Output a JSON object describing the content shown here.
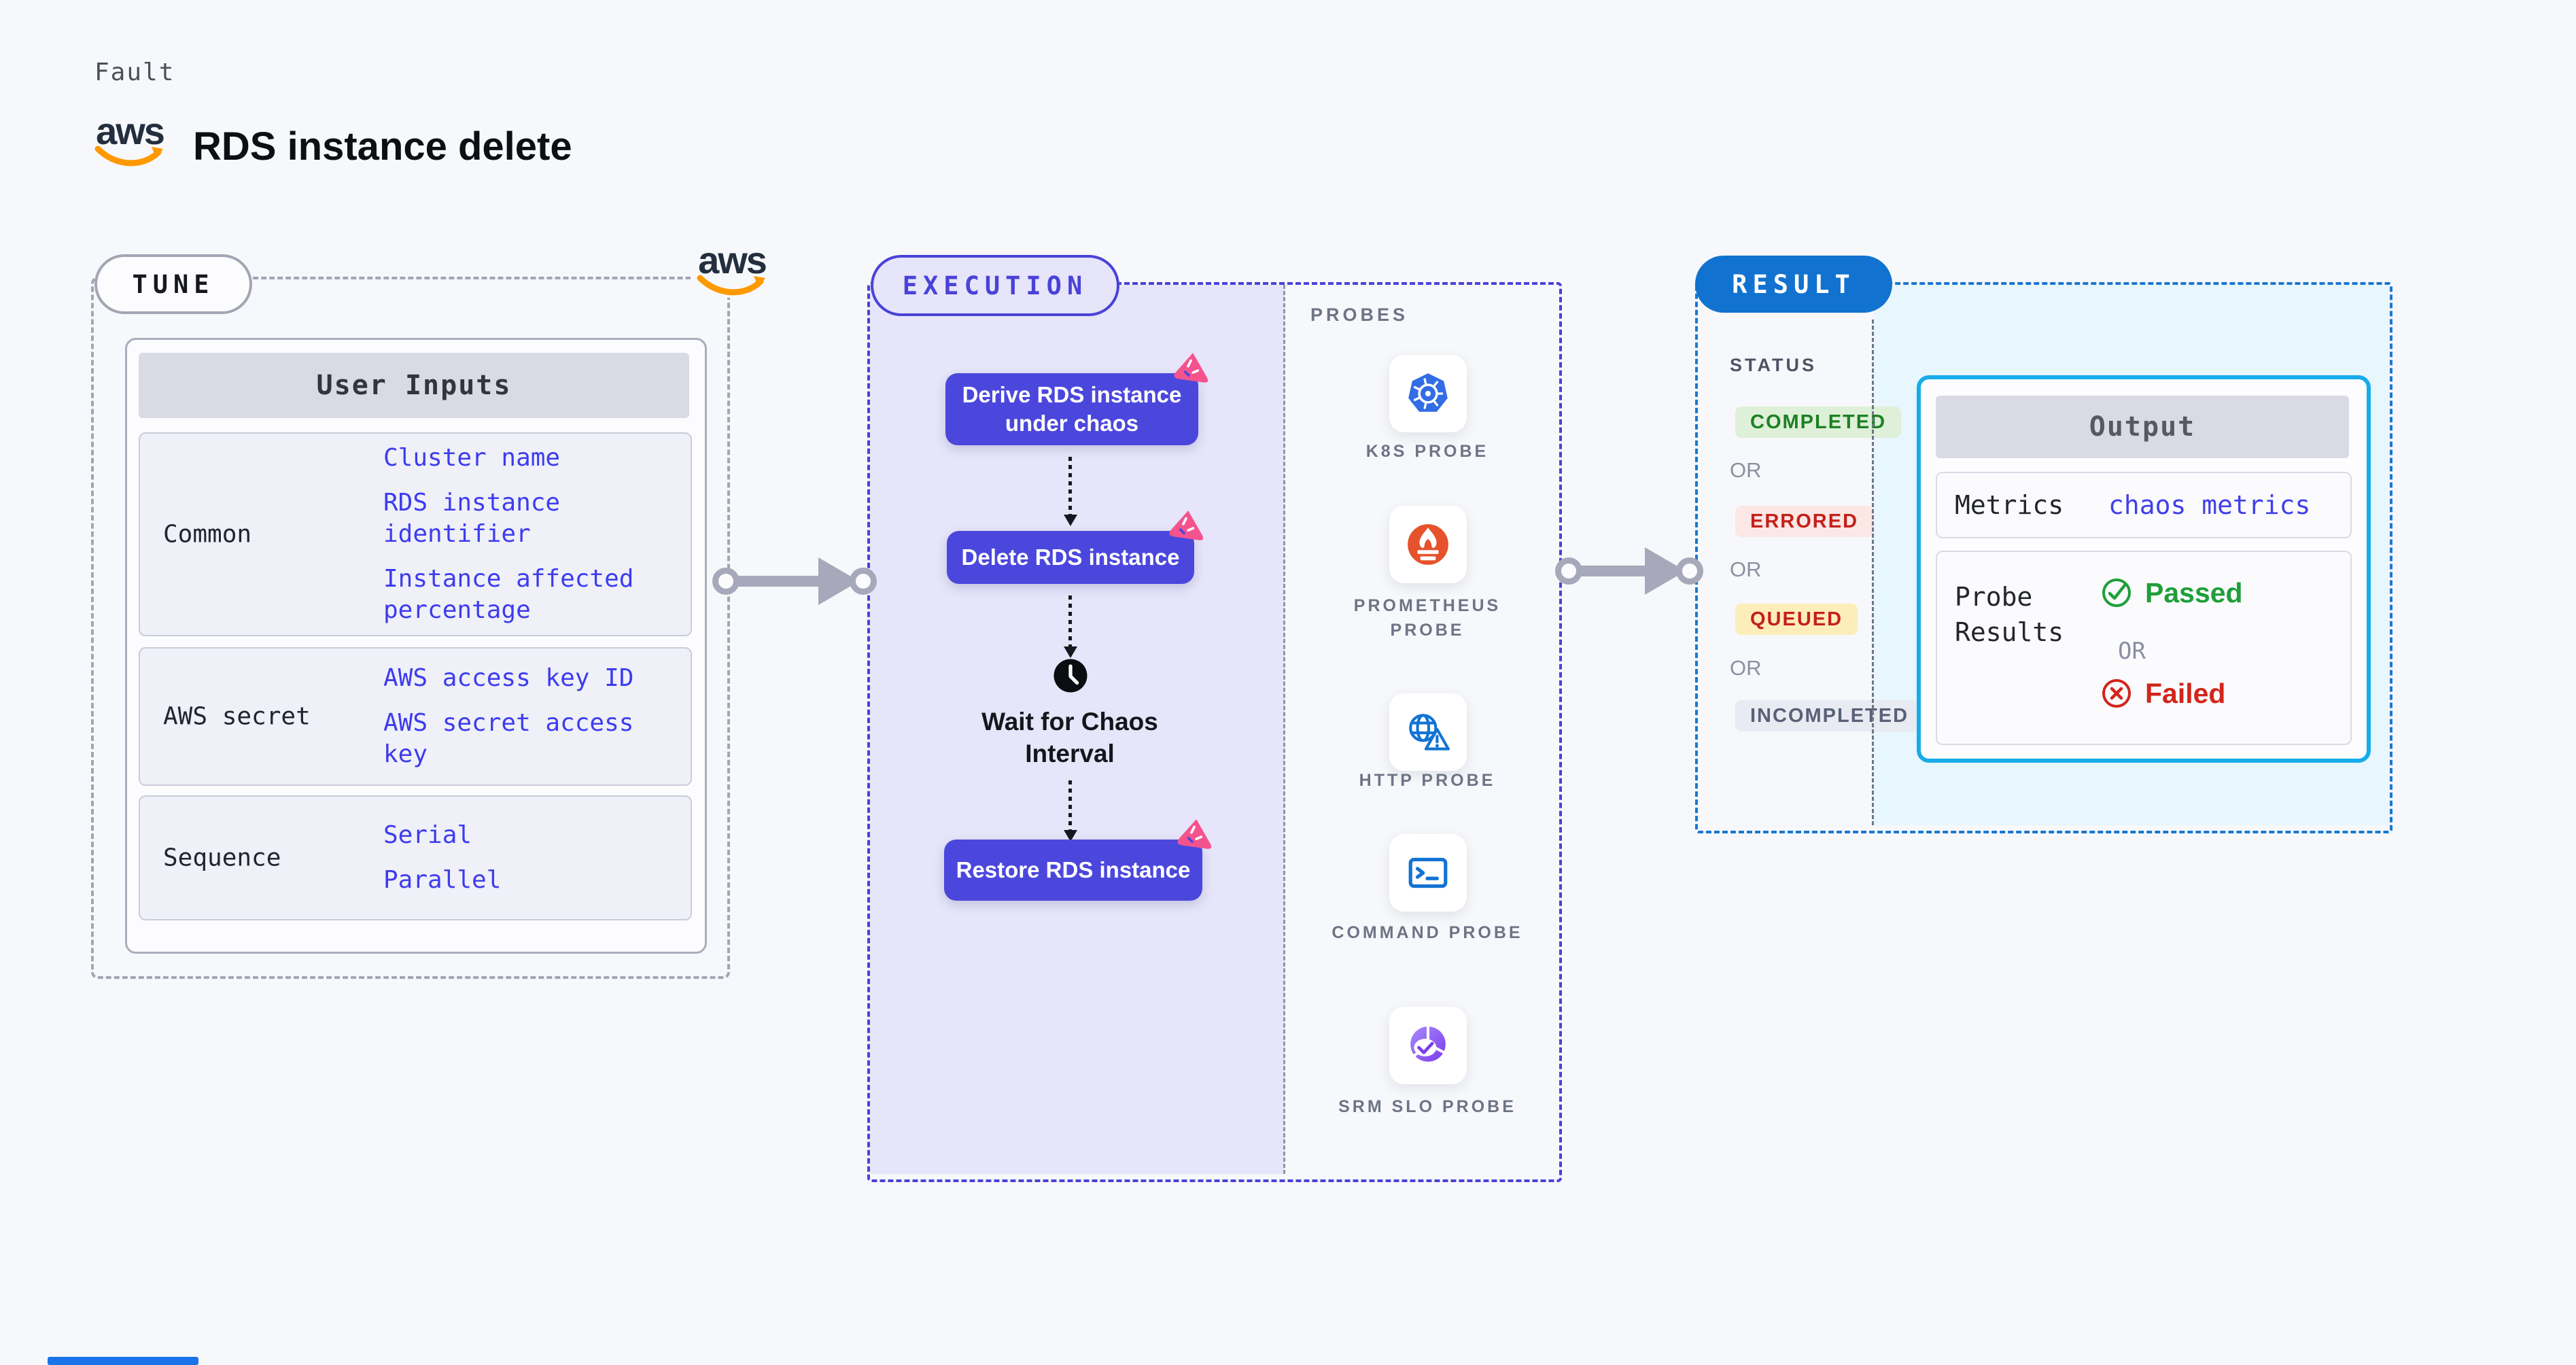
{
  "page": {
    "eyebrow": "Fault",
    "title": "RDS instance delete",
    "brand": "aws"
  },
  "tune": {
    "pill": "TUNE",
    "table_header": "User Inputs",
    "rows": [
      {
        "label": "Common",
        "values": [
          "Cluster name",
          "RDS instance identifier",
          "Instance affected percentage"
        ]
      },
      {
        "label": "AWS secret",
        "values": [
          "AWS access key ID",
          "AWS secret access key"
        ]
      },
      {
        "label": "Sequence",
        "values": [
          "Serial",
          "Parallel"
        ]
      }
    ]
  },
  "execution": {
    "pill": "EXECUTION",
    "steps": [
      {
        "label": "Derive RDS instance under chaos"
      },
      {
        "label": "Delete RDS instance"
      },
      {
        "label": "Wait for Chaos Interval",
        "type": "wait"
      },
      {
        "label": "Restore RDS instance"
      }
    ]
  },
  "probes": {
    "heading": "PROBES",
    "items": [
      {
        "label": "K8S PROBE",
        "icon": "kubernetes-icon"
      },
      {
        "label": "PROMETHEUS PROBE",
        "icon": "prometheus-icon"
      },
      {
        "label": "HTTP PROBE",
        "icon": "globe-warning-icon"
      },
      {
        "label": "COMMAND PROBE",
        "icon": "terminal-icon"
      },
      {
        "label": "SRM SLO PROBE",
        "icon": "slo-pie-check-icon"
      }
    ]
  },
  "result": {
    "pill": "RESULT",
    "status_heading": "STATUS",
    "or_label": "OR",
    "statuses": [
      {
        "label": "COMPLETED",
        "fg": "#1d8024",
        "bg": "#def0d8"
      },
      {
        "label": "ERRORED",
        "fg": "#c4201a",
        "bg": "#fbe7e6"
      },
      {
        "label": "QUEUED",
        "fg": "#c4201a",
        "bg": "#fdedba"
      },
      {
        "label": "INCOMPLETED",
        "fg": "#596078",
        "bg": "#e9ebf2"
      }
    ],
    "output": {
      "header": "Output",
      "metrics_label": "Metrics",
      "metrics_value": "chaos metrics",
      "probe_results_label": "Probe Results",
      "passed_label": "Passed",
      "failed_label": "Failed"
    }
  },
  "colors": {
    "page_bg": "#f7f8fb",
    "link_blue": "#3d3cee",
    "execution_indigo": "#4a42d8",
    "step_button": "#4b47dd",
    "chaos_pink": "#f4538e",
    "result_blue": "#1173cf",
    "output_border_cyan": "#16ace8",
    "passed_green": "#1f9e3a",
    "failed_red": "#d2251c",
    "kubernetes_blue": "#326de6",
    "prometheus_orange": "#e6522c",
    "aws_smile_orange": "#ff9900"
  }
}
